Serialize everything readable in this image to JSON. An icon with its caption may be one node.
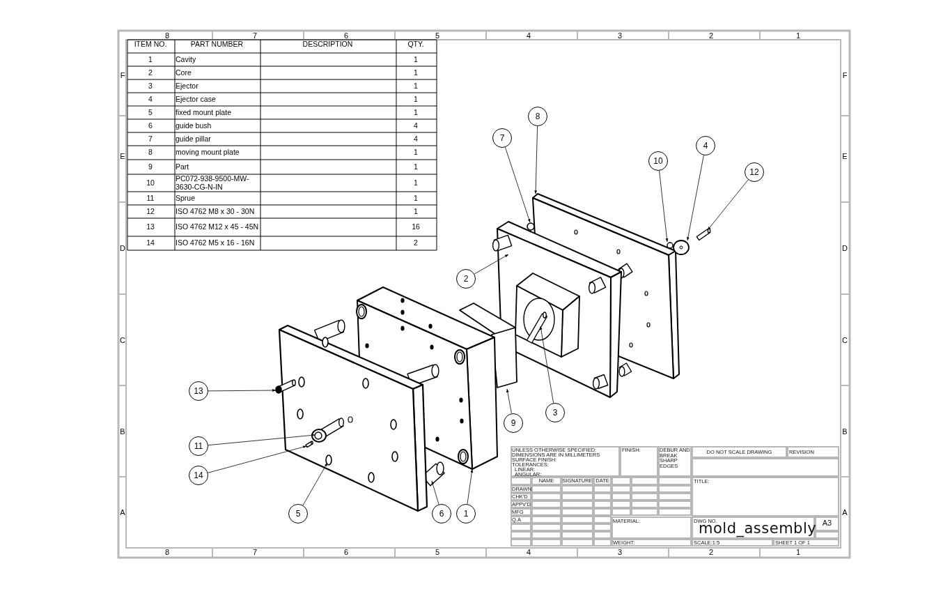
{
  "diagram": {
    "nodes": [
      {
        "text": [
          "8"
        ]
      },
      {
        "text": [
          "7"
        ]
      },
      {
        "text": [
          "4"
        ]
      },
      {
        "text": [
          "10"
        ]
      },
      {
        "text": [
          "12"
        ]
      },
      {
        "text": [
          "2"
        ]
      },
      {
        "text": [
          "13"
        ]
      },
      {
        "text": [
          "3"
        ]
      },
      {
        "text": [
          "9"
        ]
      },
      {
        "text": [
          "11"
        ]
      },
      {
        "text": [
          "14"
        ]
      },
      {
        "text": [
          "5"
        ]
      },
      {
        "text": [
          "6"
        ]
      },
      {
        "text": [
          "1"
        ]
      }
    ],
    "edges": [
      {
        "from": 0,
        "to": null,
        "arrow": "to"
      },
      {
        "from": 1,
        "to": null,
        "arrow": "to"
      },
      {
        "from": 2,
        "to": null,
        "arrow": "to"
      },
      {
        "from": 3,
        "to": null,
        "arrow": "to"
      },
      {
        "from": 4,
        "to": null,
        "arrow": "to"
      },
      {
        "from": 5,
        "to": null,
        "arrow": "to"
      },
      {
        "from": 6,
        "to": null,
        "arrow": "to"
      },
      {
        "from": 7,
        "to": null,
        "arrow": "to"
      },
      {
        "from": 8,
        "to": null,
        "arrow": "to"
      },
      {
        "from": 9,
        "to": null,
        "arrow": "to"
      },
      {
        "from": 10,
        "to": null,
        "arrow": "to"
      },
      {
        "from": 11,
        "to": null,
        "arrow": "to"
      },
      {
        "from": 12,
        "to": null,
        "arrow": "to"
      },
      {
        "from": 13,
        "to": null,
        "arrow": "to"
      }
    ],
    "labels": [
      "8",
      "7",
      "6",
      "5",
      "4",
      "3",
      "2",
      "1",
      "F",
      "E",
      "D",
      "C",
      "B",
      "A",
      "F",
      "E",
      "D",
      "C",
      "B",
      "A",
      "8",
      "7",
      "6",
      "5",
      "4",
      "3",
      "2",
      "1",
      "ITEM NO.",
      "PART NUMBER",
      "DESCRIPTION",
      "QTY.",
      "1",
      "Cavity",
      "1",
      "2",
      "Core",
      "1",
      "3",
      "Ejector",
      "1",
      "4",
      "Ejector case",
      "1",
      "5",
      "fixed mount plate",
      "1",
      "6",
      "guide bush",
      "4",
      "7",
      "guide pillar",
      "4",
      "8",
      "moving mount plate",
      "1",
      "9",
      "Part",
      "1",
      "10",
      "PC072-938-9500-MW-3630-CG-N-IN",
      "1",
      "11",
      "Sprue",
      "1",
      "12",
      "ISO 4762 M8 x 30 - 30N",
      "1",
      "13",
      "ISO 4762 M12 x 45 - 45N",
      "16",
      "14",
      "ISO 4762 M5 x 16 - 16N",
      "2",
      "UNLESS OTHERWISE SPECIFIED:",
      "DIMENSIONS ARE IN MILLIMETERS",
      "SURFACE FINISH:",
      "TOLERANCES:",
      "LINEAR:",
      "ANGULAR:",
      "FINISH:",
      "DEBUR AND BREAK SHARP EDGES",
      "DO NOT SCALE DRAWING",
      "REVISION",
      "NAME",
      "SIGNATURE",
      "DATE",
      "TITLE:",
      "DRAWN",
      "CHK'D",
      "APPV'D",
      "MFG",
      "Q.A",
      "MATERIAL:",
      "DWG NO.",
      "mold_assembly",
      "A3",
      "WEIGHT:",
      "SCALE:1:5",
      "SHEET 1 OF 1"
    ]
  }
}
